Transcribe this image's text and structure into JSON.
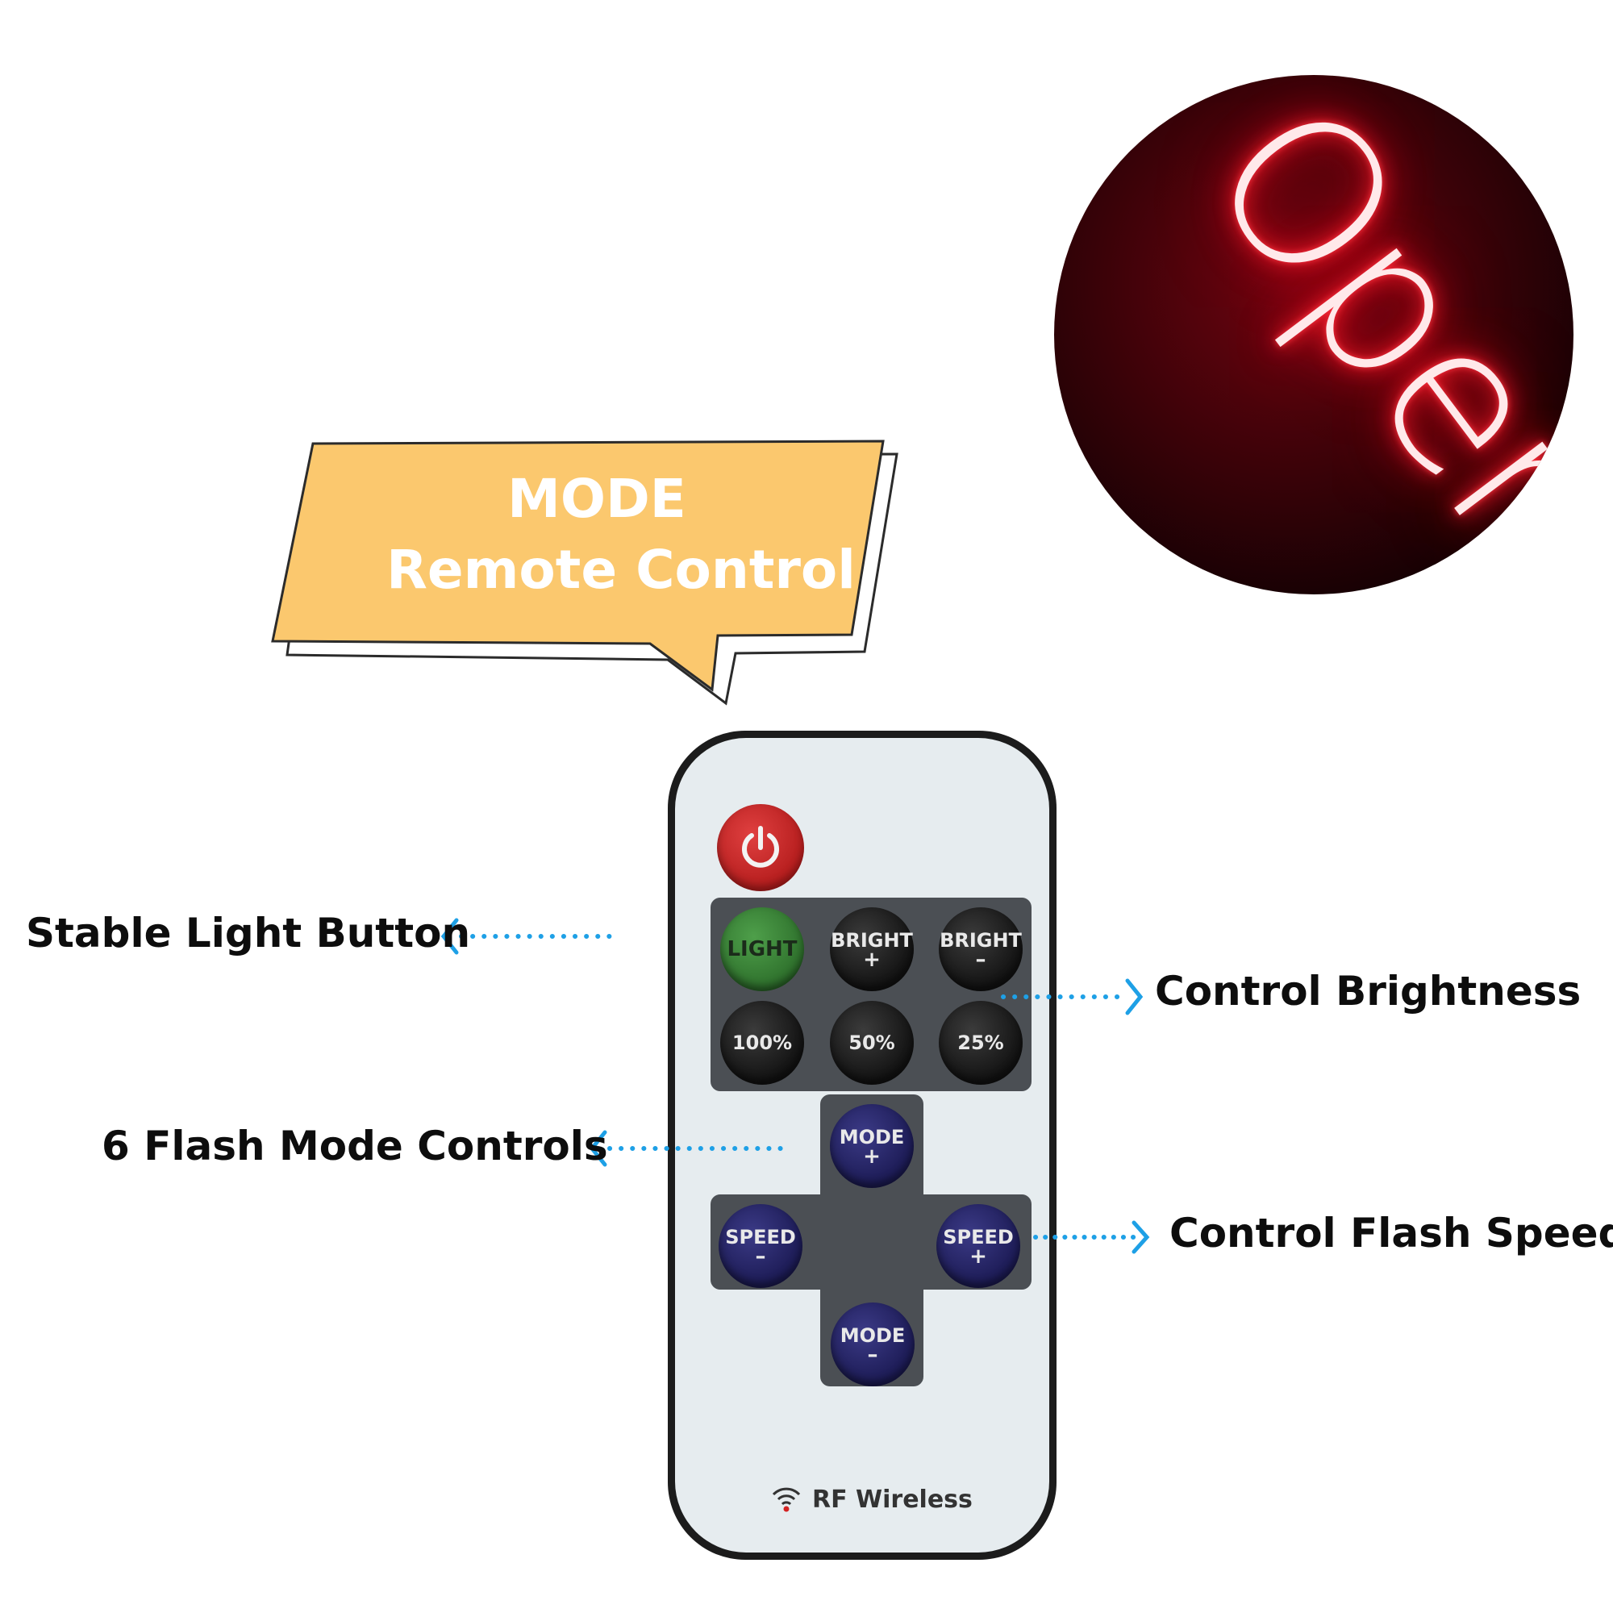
{
  "banner": {
    "line1": "MODE",
    "line2": "Remote Control",
    "fill_color": "#fbc86e"
  },
  "neon_sign": {
    "text": "Open",
    "color": "#ff2233"
  },
  "remote": {
    "buttons": [
      {
        "label": "LIGHT",
        "sub": "",
        "style": "green"
      },
      {
        "label": "BRIGHT",
        "sub": "+",
        "style": "black"
      },
      {
        "label": "BRIGHT",
        "sub": "–",
        "style": "black"
      },
      {
        "label": "100%",
        "sub": "",
        "style": "black"
      },
      {
        "label": "50%",
        "sub": "",
        "style": "black"
      },
      {
        "label": "25%",
        "sub": "",
        "style": "black"
      },
      {
        "label": "MODE",
        "sub": "+",
        "style": "blue"
      },
      {
        "label": "SPEED",
        "sub": "–",
        "style": "blue"
      },
      {
        "label": "SPEED",
        "sub": "+",
        "style": "blue"
      },
      {
        "label": "MODE",
        "sub": "–",
        "style": "blue"
      }
    ],
    "footer_label": "RF Wireless",
    "power_color": "#c62828"
  },
  "callouts": {
    "stable_light": "Stable Light Button",
    "brightness": "Control Brightness",
    "flash_modes": "6 Flash Mode Controls",
    "flash_speed": "Control Flash Speed",
    "arrow_color": "#1ea0e6"
  }
}
